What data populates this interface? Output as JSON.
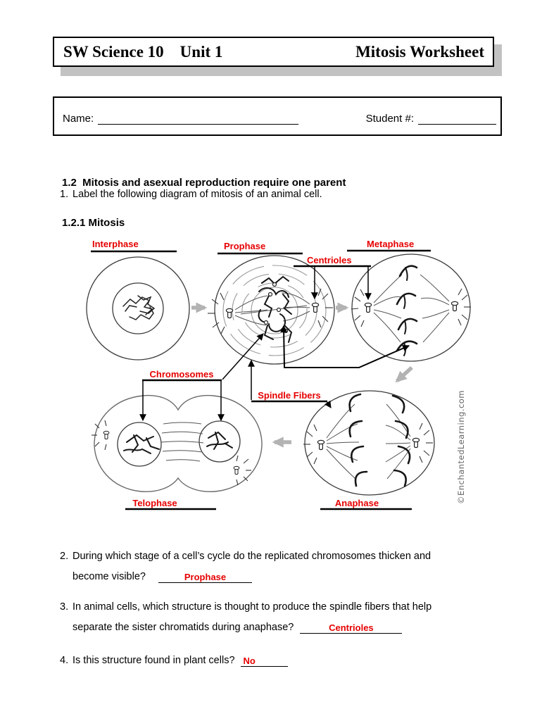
{
  "header": {
    "title_left": "SW Science 10    Unit 1",
    "title_right": "Mitosis Worksheet"
  },
  "name_box": {
    "name_label": "Name:",
    "student_label": "Student #:"
  },
  "section": {
    "heading1": "1.2  Mitosis and asexual reproduction require one parent",
    "heading2": "1.2.1 Mitosis"
  },
  "questions": [
    {
      "number": "1.",
      "line1": "Label the following diagram of mitosis of an animal cell.",
      "line2": "",
      "answer": ""
    },
    {
      "number": "2.",
      "line1": "During which stage of a cell’s cycle do the replicated chromosomes thicken and",
      "line2": "become visible?",
      "answer": "Prophase"
    },
    {
      "number": "3.",
      "line1": "In animal cells, which structure is thought to produce the spindle fibers that help",
      "line2": "separate the sister chromatids during anaphase?",
      "answer": "Centrioles"
    },
    {
      "number": "4.",
      "line1": "Is this structure found in plant cells?",
      "line2": "",
      "answer": "No"
    }
  ],
  "diagram": {
    "stages": {
      "interphase": "Interphase",
      "prophase": "Prophase",
      "metaphase": "Metaphase",
      "telophase": "Telophase",
      "anaphase": "Anaphase"
    },
    "structures": {
      "centrioles": "Centrioles",
      "chromosomes": "Chromosomes",
      "spindle_fibers": "Spindle Fibers"
    },
    "credit": "©EnchantedLearning.com",
    "label_color": "#e60000",
    "arrow_color": "#b3b3b3"
  }
}
